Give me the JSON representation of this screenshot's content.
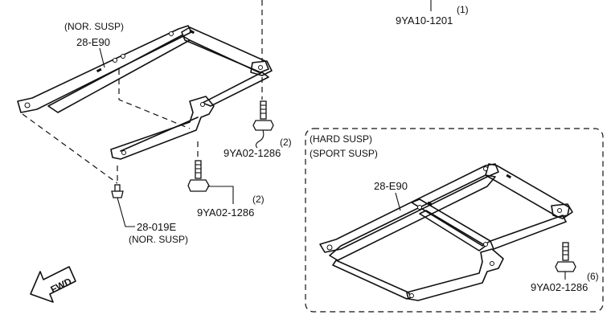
{
  "top_callout": {
    "qty": "(1)",
    "part": "9YA10-1201"
  },
  "nor_frame": {
    "variant": "(NOR. SUSP)",
    "ref": "28-E90"
  },
  "bolt_a": {
    "qty": "(2)",
    "part": "9YA02-1286"
  },
  "bolt_b": {
    "qty": "(2)",
    "part": "9YA02-1286"
  },
  "clip": {
    "ref": "28-019E",
    "variant": "(NOR. SUSP)"
  },
  "hard_frame": {
    "variant_1": "(HARD SUSP)",
    "variant_2": "(SPORT SUSP)",
    "ref": "28-E90"
  },
  "bolt_c": {
    "qty": "(6)",
    "part": "9YA02-1286"
  },
  "direction": {
    "label": "FWD"
  }
}
